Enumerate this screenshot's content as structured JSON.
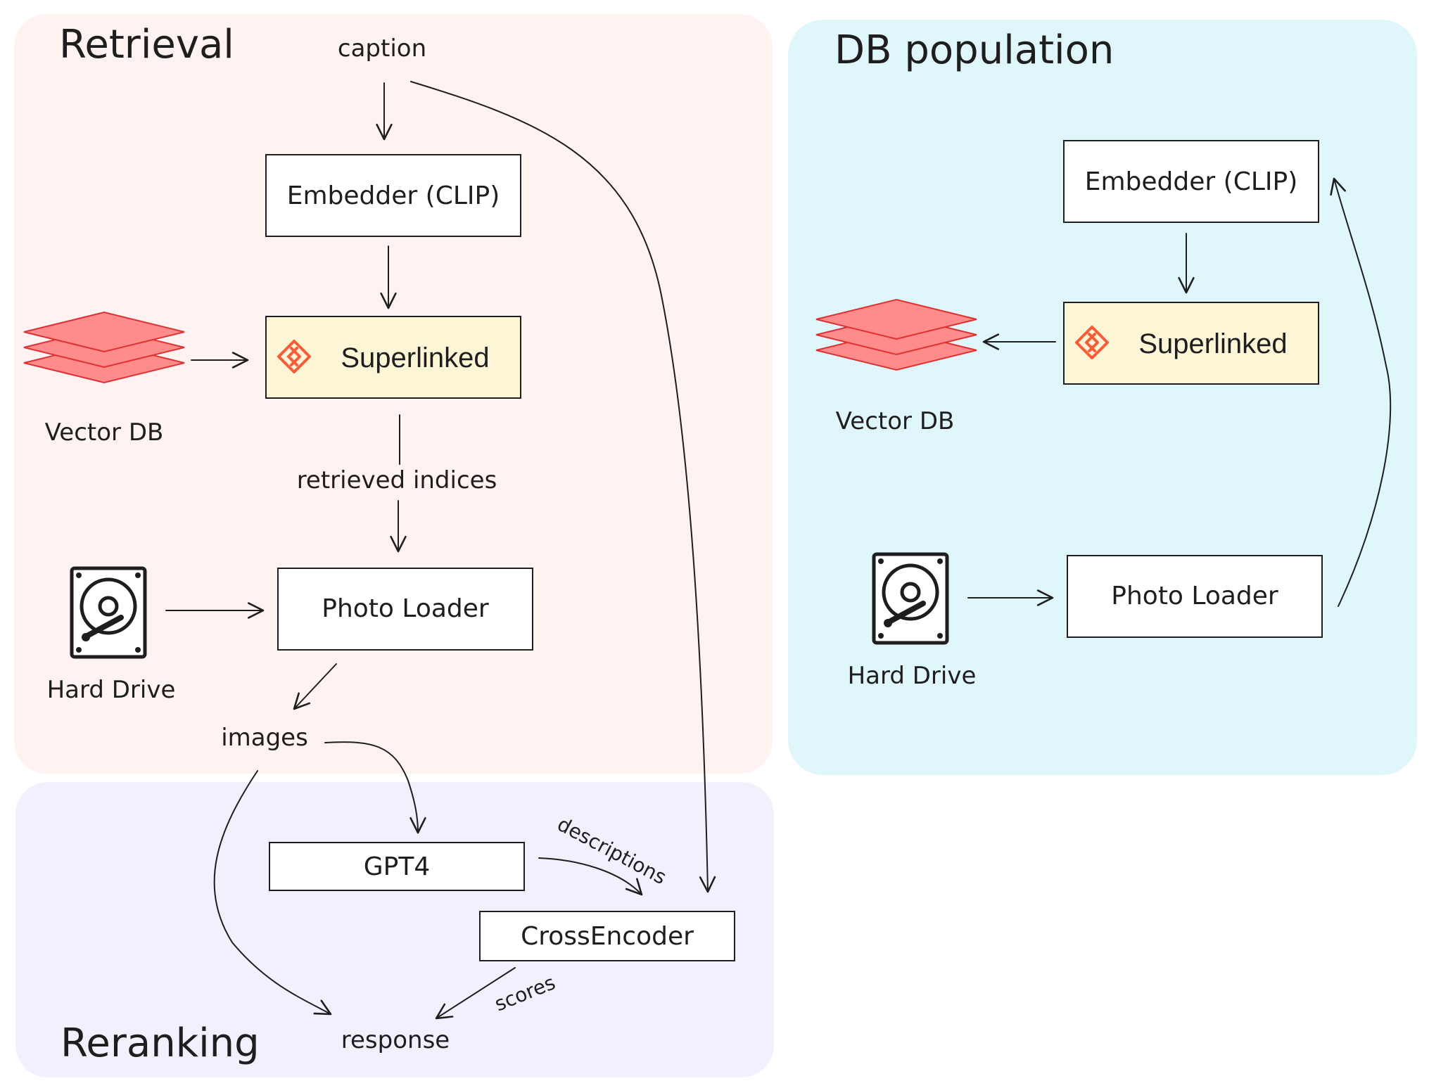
{
  "panels": {
    "retrieval": "Retrieval",
    "reranking": "Reranking",
    "db_population": "DB population"
  },
  "retrieval": {
    "caption": "caption",
    "embedder": "Embedder (CLIP)",
    "superlinked": "Superlinked",
    "vector_db": "Vector DB",
    "retrieved_indices": "retrieved indices",
    "photo_loader": "Photo Loader",
    "hard_drive": "Hard Drive",
    "images": "images"
  },
  "reranking": {
    "gpt4": "GPT4",
    "descriptions": "descriptions",
    "crossencoder": "CrossEncoder",
    "scores": "scores",
    "response": "response"
  },
  "db_population": {
    "embedder": "Embedder (CLIP)",
    "superlinked": "Superlinked",
    "vector_db": "Vector DB",
    "photo_loader": "Photo Loader",
    "hard_drive": "Hard Drive"
  },
  "colors": {
    "retrieval_bg": "#fff3f2",
    "reranking_bg": "#f1f0fd",
    "db_population_bg": "#dff7fa",
    "superlinked_fill": "#fdf6d6",
    "superlinked_logo": "#ff5a36",
    "vector_db_fill": "#ff8b8b",
    "vector_db_stroke": "#e03131"
  },
  "icons": [
    "vector-db-stack-icon",
    "superlinked-logo-icon",
    "hard-drive-icon"
  ]
}
